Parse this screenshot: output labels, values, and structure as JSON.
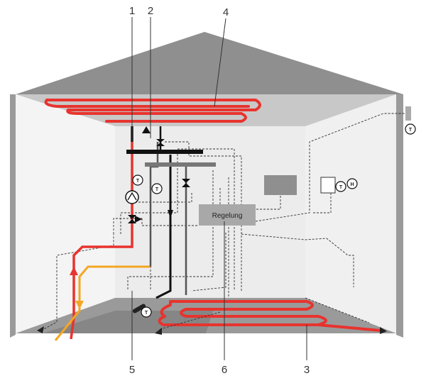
{
  "diagram": {
    "callouts": {
      "c1": "1",
      "c2": "2",
      "c3": "3",
      "c4": "4",
      "c5": "5",
      "c6": "6"
    },
    "controller_label": "Regelung",
    "sensors": {
      "temperature": "T",
      "humidity": "H"
    }
  },
  "colors": {
    "heating_loop": "#e8332e",
    "return_pipe": "#f5a623",
    "roof": "#8f8f8f",
    "wall_light": "#f2f2f2",
    "floor": "#9a9a9a"
  }
}
